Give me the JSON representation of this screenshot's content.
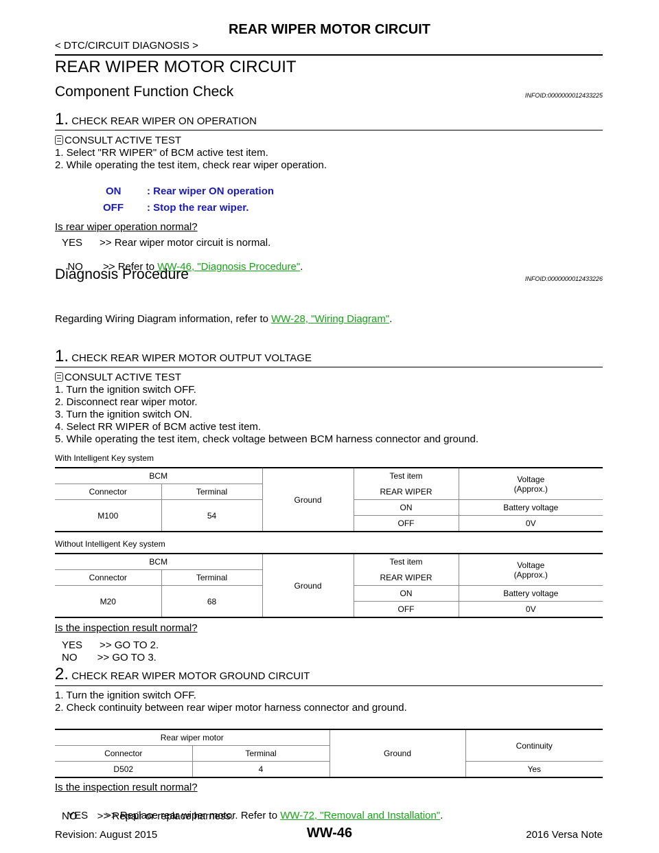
{
  "header": {
    "title": "REAR WIPER MOTOR CIRCUIT",
    "subtitle": "< DTC/CIRCUIT DIAGNOSIS >"
  },
  "section_title": "REAR WIPER MOTOR CIRCUIT",
  "cfc": {
    "heading": "Component Function Check",
    "infoid": "INFOID:0000000012433225",
    "step_num": "1.",
    "step_title": "CHECK REAR WIPER ON OPERATION",
    "consult": "CONSULT ACTIVE TEST",
    "lines": [
      "1.  Select \"RR WIPER\" of BCM active test item.",
      "2.  While operating the test item, check rear wiper operation."
    ],
    "on_label": "ON",
    "on_text": ": Rear wiper ON operation",
    "off_label": "OFF",
    "off_text": ": Stop the rear wiper.",
    "question": "Is rear wiper operation normal?",
    "yes": "YES      >> Rear wiper motor circuit is normal.",
    "no_prefix": "NO       >> Refer to ",
    "no_link": "WW-46, \"Diagnosis Procedure\"",
    "no_suffix": "."
  },
  "dp": {
    "heading": "Diagnosis Procedure",
    "infoid": "INFOID:0000000012433226",
    "regard_prefix": "Regarding Wiring Diagram information, refer to ",
    "regard_link": "WW-28, \"Wiring Diagram\"",
    "regard_suffix": ".",
    "step1_num": "1.",
    "step1_title": "CHECK REAR WIPER MOTOR OUTPUT VOLTAGE",
    "consult": "CONSULT ACTIVE TEST",
    "step1_lines": [
      "1.  Turn the ignition switch OFF.",
      "2.  Disconnect rear wiper motor.",
      "3.  Turn the ignition switch ON.",
      "4.  Select RR WIPER of BCM active test item.",
      "5.  While operating the test item, check voltage between BCM harness connector and ground."
    ],
    "with_key": "With Intelligent Key system",
    "without_key": "Without Intelligent Key system",
    "table_bcm": {
      "bcm": "BCM",
      "connector": "Connector",
      "terminal": "Terminal",
      "ground": "Ground",
      "test_item": "Test item",
      "rear_wiper": "REAR WIPER",
      "voltage": "Voltage",
      "approx": "(Approx.)",
      "on": "ON",
      "off": "OFF",
      "battery": "Battery voltage",
      "zero": "0V"
    },
    "table1": {
      "connector": "M100",
      "terminal": "54"
    },
    "table2": {
      "connector": "M20",
      "terminal": "68"
    },
    "question1": "Is the inspection result normal?",
    "yes1": "YES      >> GO TO 2.",
    "no1": "NO       >> GO TO 3.",
    "step2_num": "2.",
    "step2_title": "CHECK REAR WIPER MOTOR GROUND CIRCUIT",
    "step2_lines": [
      "1.  Turn the ignition switch OFF.",
      "2.  Check continuity between rear wiper motor harness connector and ground."
    ],
    "table3": {
      "rear_wiper_motor": "Rear wiper motor",
      "connector": "Connector",
      "terminal": "Terminal",
      "ground": "Ground",
      "continuity": "Continuity",
      "connector_val": "D502",
      "terminal_val": "4",
      "result": "Yes"
    },
    "question2": "Is the inspection result normal?",
    "yes2_prefix": "YES      >> Replace rear wiper motor. Refer to ",
    "yes2_link": "WW-72, \"Removal and Installation\"",
    "yes2_suffix": ".",
    "no2": "NO       >> Repair or replace harness."
  },
  "footer": {
    "revision": "Revision: August 2015",
    "page": "WW-46",
    "model": "2016 Versa Note"
  }
}
